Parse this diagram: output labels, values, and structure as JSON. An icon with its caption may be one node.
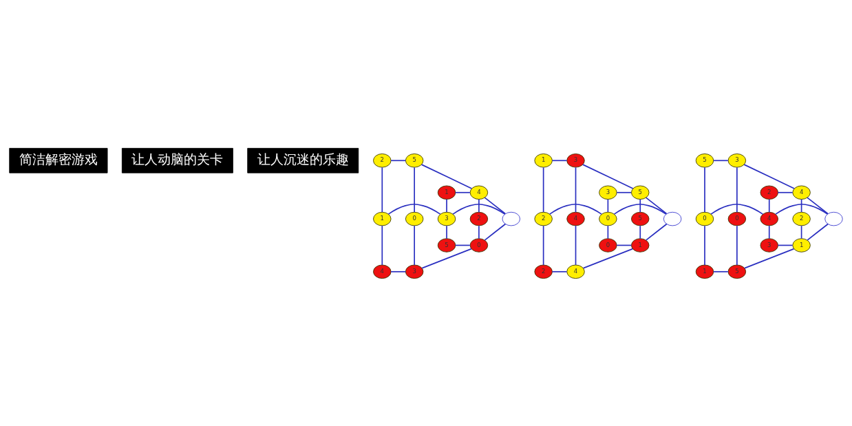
{
  "diagram": {
    "nodes": [
      {
        "text": [
          "简洁解密游戏"
        ]
      },
      {
        "text": [
          "让人动脑的关卡"
        ]
      },
      {
        "text": [
          "让人沉迷的乐趣"
        ]
      },
      {
        "text": [
          "2"
        ]
      },
      {
        "text": [
          "5"
        ]
      },
      {
        "text": [
          "1"
        ]
      },
      {
        "text": [
          "4"
        ]
      },
      {
        "text": [
          "1"
        ]
      },
      {
        "text": [
          "3"
        ]
      },
      {
        "text": [],
        "shape": "circle"
      },
      {
        "text": [
          "2"
        ]
      },
      {
        "text": [
          "0"
        ]
      },
      {
        "text": [
          "5"
        ]
      },
      {
        "text": [
          "0"
        ]
      },
      {
        "text": [
          "4"
        ]
      },
      {
        "text": [
          "3"
        ]
      },
      {
        "text": [
          "1"
        ]
      },
      {
        "text": [
          "3"
        ]
      },
      {
        "text": [
          "3"
        ]
      },
      {
        "text": [
          "5"
        ]
      },
      {
        "text": [
          "2"
        ]
      },
      {
        "text": [
          "0"
        ]
      },
      {
        "text": [],
        "shape": "circle"
      },
      {
        "text": [
          "5"
        ]
      },
      {
        "text": [
          "4"
        ]
      },
      {
        "text": [
          "0"
        ]
      },
      {
        "text": [
          "1"
        ]
      },
      {
        "text": [
          "2"
        ]
      },
      {
        "text": [
          "4"
        ]
      },
      {
        "text": [
          "5"
        ]
      },
      {
        "text": [
          "3"
        ]
      },
      {
        "text": [
          "2"
        ]
      },
      {
        "text": [
          "4"
        ]
      },
      {
        "text": [
          "0"
        ]
      },
      {
        "text": [
          "4"
        ]
      },
      {
        "text": [],
        "shape": "circle"
      },
      {
        "text": [
          "2"
        ]
      },
      {
        "text": [
          "0"
        ]
      },
      {
        "text": [
          "3"
        ]
      },
      {
        "text": [
          "1"
        ]
      },
      {
        "text": [
          "1"
        ]
      },
      {
        "text": [
          "5"
        ]
      }
    ],
    "edges": [
      {
        "from": 3,
        "to": 4,
        "arrow": "none"
      },
      {
        "from": 4,
        "to": 11,
        "arrow": "none"
      },
      {
        "from": 11,
        "to": 15,
        "arrow": "none"
      },
      {
        "from": 14,
        "to": 15,
        "arrow": "none"
      },
      {
        "from": 7,
        "to": 14,
        "arrow": "none"
      },
      {
        "from": 3,
        "to": 7,
        "arrow": "none"
      },
      {
        "from": 5,
        "to": 6,
        "arrow": "none"
      },
      {
        "from": 6,
        "to": 10,
        "arrow": "none"
      },
      {
        "from": 10,
        "to": 13,
        "arrow": "none"
      },
      {
        "from": 12,
        "to": 13,
        "arrow": "none"
      },
      {
        "from": 8,
        "to": 12,
        "arrow": "none"
      },
      {
        "from": 5,
        "to": 8,
        "arrow": "none"
      },
      {
        "from": 7,
        "to": 8,
        "arrow": "none"
      },
      {
        "from": 4,
        "to": 6,
        "arrow": "none"
      },
      {
        "from": 13,
        "to": 15,
        "arrow": "none"
      },
      {
        "from": 8,
        "to": 9,
        "arrow": "none"
      },
      {
        "from": 6,
        "to": 9,
        "arrow": "none"
      },
      {
        "from": 9,
        "to": 13,
        "arrow": "none"
      },
      {
        "from": 16,
        "to": 17,
        "arrow": "none"
      },
      {
        "from": 17,
        "to": 24,
        "arrow": "none"
      },
      {
        "from": 24,
        "to": 28,
        "arrow": "none"
      },
      {
        "from": 27,
        "to": 28,
        "arrow": "none"
      },
      {
        "from": 20,
        "to": 27,
        "arrow": "none"
      },
      {
        "from": 16,
        "to": 20,
        "arrow": "none"
      },
      {
        "from": 18,
        "to": 19,
        "arrow": "none"
      },
      {
        "from": 19,
        "to": 23,
        "arrow": "none"
      },
      {
        "from": 23,
        "to": 26,
        "arrow": "none"
      },
      {
        "from": 25,
        "to": 26,
        "arrow": "none"
      },
      {
        "from": 21,
        "to": 25,
        "arrow": "none"
      },
      {
        "from": 18,
        "to": 21,
        "arrow": "none"
      },
      {
        "from": 20,
        "to": 21,
        "arrow": "none"
      },
      {
        "from": 17,
        "to": 19,
        "arrow": "none"
      },
      {
        "from": 26,
        "to": 28,
        "arrow": "none"
      },
      {
        "from": 21,
        "to": 22,
        "arrow": "none"
      },
      {
        "from": 19,
        "to": 22,
        "arrow": "none"
      },
      {
        "from": 22,
        "to": 26,
        "arrow": "none"
      },
      {
        "from": 29,
        "to": 30,
        "arrow": "none"
      },
      {
        "from": 30,
        "to": 37,
        "arrow": "none"
      },
      {
        "from": 37,
        "to": 41,
        "arrow": "none"
      },
      {
        "from": 40,
        "to": 41,
        "arrow": "none"
      },
      {
        "from": 33,
        "to": 40,
        "arrow": "none"
      },
      {
        "from": 29,
        "to": 33,
        "arrow": "none"
      },
      {
        "from": 31,
        "to": 32,
        "arrow": "none"
      },
      {
        "from": 32,
        "to": 36,
        "arrow": "none"
      },
      {
        "from": 36,
        "to": 39,
        "arrow": "none"
      },
      {
        "from": 38,
        "to": 39,
        "arrow": "none"
      },
      {
        "from": 34,
        "to": 38,
        "arrow": "none"
      },
      {
        "from": 31,
        "to": 34,
        "arrow": "none"
      },
      {
        "from": 33,
        "to": 34,
        "arrow": "none"
      },
      {
        "from": 30,
        "to": 32,
        "arrow": "none"
      },
      {
        "from": 39,
        "to": 41,
        "arrow": "none"
      },
      {
        "from": 34,
        "to": 35,
        "arrow": "none"
      },
      {
        "from": 32,
        "to": 35,
        "arrow": "none"
      },
      {
        "from": 35,
        "to": 39,
        "arrow": "none"
      }
    ]
  }
}
